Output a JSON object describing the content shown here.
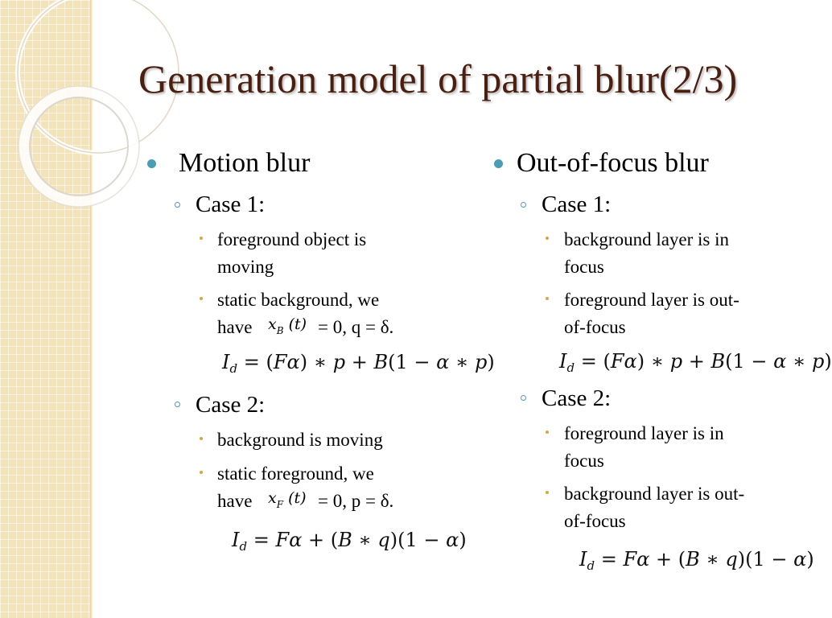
{
  "title": "Generation model of partial blur(2/3)",
  "left": {
    "heading": "Motion blur",
    "case1": {
      "label": "Case 1:",
      "item1_line1": "foreground object is",
      "item1_line2": "moving",
      "item2_line1": "static background, we",
      "item2_have": "have",
      "item2_var": "x",
      "item2_sub": "B",
      "item2_arg": "(t)",
      "item2_rest": "= 0, q = δ.",
      "equation": "I_d = (Fα) ∗ p + B(1 − α ∗ p)"
    },
    "case2": {
      "label": "Case 2:",
      "item1_line1": "background is moving",
      "item2_line1": "static foreground, we",
      "item2_have": "have",
      "item2_var": "x",
      "item2_sub": "F",
      "item2_arg": "(t)",
      "item2_rest": "= 0, p = δ.",
      "equation": "I_d = Fα + (B ∗ q)(1 − α)"
    }
  },
  "right": {
    "heading": "Out-of-focus blur",
    "case1": {
      "label": "Case 1:",
      "item1_line1": "background layer is in",
      "item1_line2": "focus",
      "item2_line1": "foreground layer is out-",
      "item2_line2": "of-focus",
      "equation": "I_d = (Fα) ∗ p + B(1 − α ∗ p)"
    },
    "case2": {
      "label": "Case 2:",
      "item1_line1": "foreground layer is in",
      "item1_line2": "focus",
      "item2_line1": "background layer is out-",
      "item2_line2": "of-focus",
      "equation": "I_d = Fα + (B ∗ q)(1 − α)"
    }
  },
  "colors": {
    "title": "#4a1f10",
    "bullet_level1": "#4a9db3",
    "bullet_level2": "#4a9db3",
    "bullet_level3": "#d6a645",
    "side_panel": "#f3e3b9"
  }
}
